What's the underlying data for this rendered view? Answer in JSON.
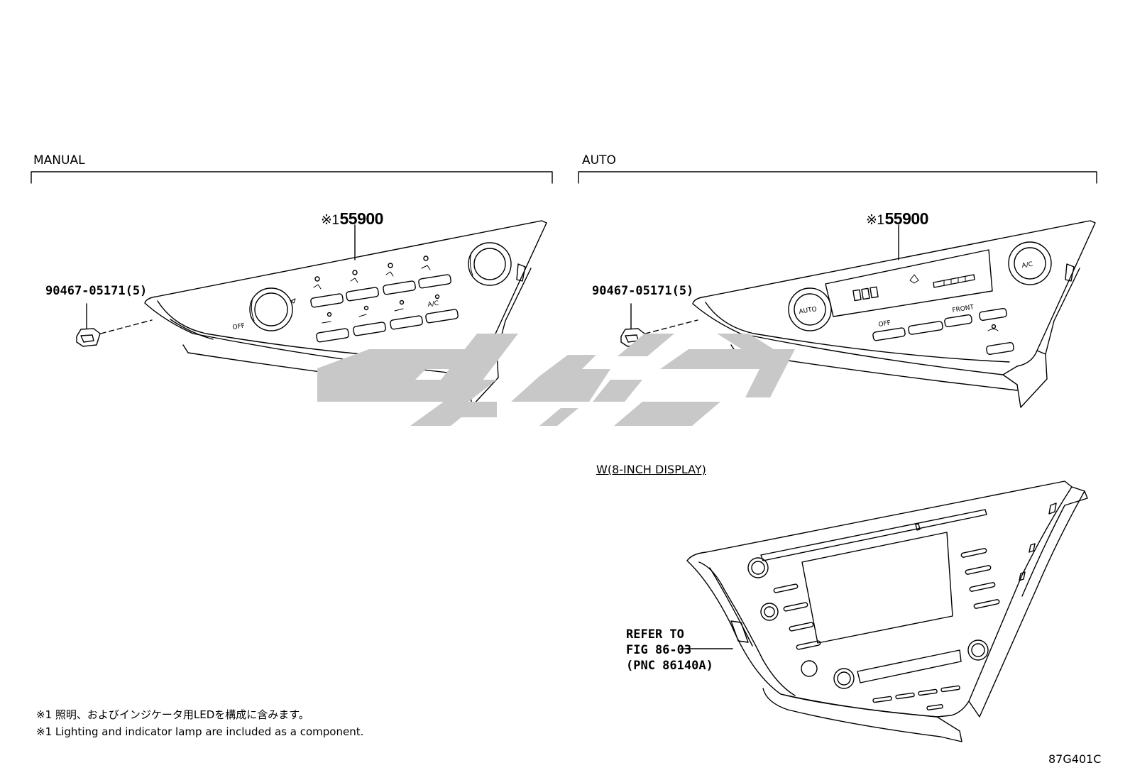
{
  "sections": {
    "manual": {
      "label": "MANUAL",
      "part_mark": "※1",
      "part_number": "55900",
      "clip_part": "90467-05171(5)"
    },
    "auto": {
      "label": "AUTO",
      "part_mark": "※1",
      "part_number": "55900",
      "clip_part": "90467-05171(5)",
      "panel_buttons": {
        "auto_label": "AUTO",
        "ac_label": "A/C",
        "off_label": "OFF",
        "front_label": "FRONT",
        "display_digits": "888"
      }
    },
    "display_variant": {
      "label": "W(8-INCH DISPLAY)",
      "refer_lines": [
        "REFER TO",
        "FIG 86-03",
        "(PNC 86140A)"
      ]
    }
  },
  "manual_panel": {
    "off_label": "OFF",
    "ac_label": "A/C"
  },
  "notes": {
    "jp": "※1 照明、およびインジケータ用LEDを構成に含みます。",
    "en": "※1 Lighting and indicator lamp are included as a component."
  },
  "figure_id": "87G401C",
  "colors": {
    "line": "#000000",
    "watermark": "#c8c8c8"
  }
}
